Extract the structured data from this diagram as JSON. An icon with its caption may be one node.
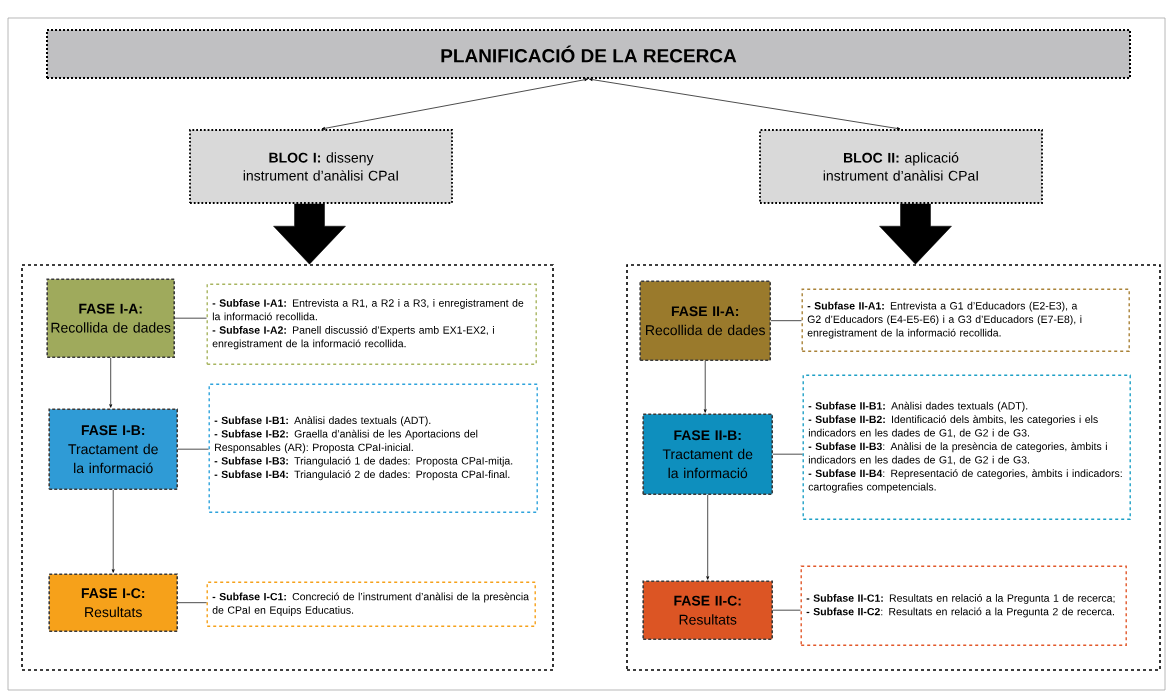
{
  "diagram": {
    "nodes": [
      {
        "text": [
          "PLANIFICACIÓ DE LA RECERCA"
        ]
      },
      {
        "text": [
          "**BLOC I:** disseny instrument d’anàlisi CPaI"
        ]
      },
      {
        "text": [
          "**BLOC II:** aplicació instrument d’anàlisi CPaI"
        ]
      },
      {
        "text": [],
        "shape": "box"
      },
      {
        "text": [
          "FASE I-A:",
          "Recollida de dades"
        ],
        "in": 3
      },
      {
        "text": [
          "**- Subfase I-A1:** Entrevista a R1, a R2 i a R3, i enregistrament de la informació recollida.",
          "**- Subfase I-A2:** Panell discussió d’Experts amb EX1-EX2, i enregistrament de la informació recollida."
        ],
        "in": 3
      },
      {
        "text": [
          "FASE I-B:",
          "Tractament de la informació"
        ],
        "in": 3
      },
      {
        "text": [
          "**- Subfase I-B1:** Anàlisi dades textuals (ADT).",
          "**- Subfase I-B2:** Graella d’anàlisi de les Aportacions del Responsables (AR): Proposta CPaI-inicial.",
          "**- Subfase I-B3:** Triangulació 1 de dades: Proposta CPaI-mitja.",
          "**- Subfase I-B4:** Triangulació 2 de dades: Proposta CPaI-final."
        ],
        "in": 3
      },
      {
        "text": [
          "FASE I-C:",
          "Resultats"
        ],
        "in": 3
      },
      {
        "text": [
          "**- Subfase I-C1:** Concreció de l’instrument d’anàlisi de la presència de CPaI en Equips Educatius."
        ],
        "in": 3
      },
      {
        "text": [],
        "shape": "box"
      },
      {
        "text": [
          "FASE II-A:",
          "Recollida de dades"
        ],
        "in": 10
      },
      {
        "text": [
          "**- Subfase II-A1:** Entrevista a G1 d’Educadors (E2-E3), a G2 d’Educadors (E4-E5-E6) i a G3 d’Educadors (E7-E8), i enregistrament de la informació recollida."
        ],
        "in": 10
      },
      {
        "text": [
          "FASE II-B:",
          "Tractament de la informació"
        ],
        "in": 10
      },
      {
        "text": [
          "**- Subfase II-B1:** Anàlisi dades textuals (ADT).",
          "**- Subfase II-B2:** Identificació dels àmbits, les categories i els indicadors en les dades de G1, de G2 i de G3.",
          "**- Subfase II-B3**: Anàlisi de la presència de categories, àmbits i indicadors en les dades de G1, de G2 i de G3.",
          "**- Subfase II-B4**: Representació de categories, àmbits i indicadors: cartografies competencials."
        ],
        "in": 10
      },
      {
        "text": [
          "FASE II-C:",
          "Resultats"
        ],
        "in": 10
      },
      {
        "text": [
          "**- Subfase II-C1:** Resultats en relació a la Pregunta 1 de recerca;",
          "**- Subfase II-C2**: Resultats en relació a la Pregunta 2 de recerca."
        ],
        "in": 10
      }
    ],
    "edges": [
      {
        "from": 0,
        "to": 1,
        "arrow": "both"
      },
      {
        "from": 0,
        "to": 2,
        "arrow": "both"
      },
      {
        "from": 1,
        "to": 3,
        "arrow": "to",
        "style": "thick"
      },
      {
        "from": 2,
        "to": 10,
        "arrow": "to",
        "style": "thick"
      },
      {
        "from": 4,
        "to": 5,
        "arrow": "none"
      },
      {
        "from": 4,
        "to": 6,
        "arrow": "to"
      },
      {
        "from": 6,
        "to": 7,
        "arrow": "none"
      },
      {
        "from": 6,
        "to": 8,
        "arrow": "to"
      },
      {
        "from": 8,
        "to": 9,
        "arrow": "none"
      },
      {
        "from": 11,
        "to": 12,
        "arrow": "none"
      },
      {
        "from": 11,
        "to": 13,
        "arrow": "to"
      },
      {
        "from": 13,
        "to": 14,
        "arrow": "none"
      },
      {
        "from": 13,
        "to": 15,
        "arrow": "to"
      },
      {
        "from": 15,
        "to": 16,
        "arrow": "none"
      }
    ]
  }
}
